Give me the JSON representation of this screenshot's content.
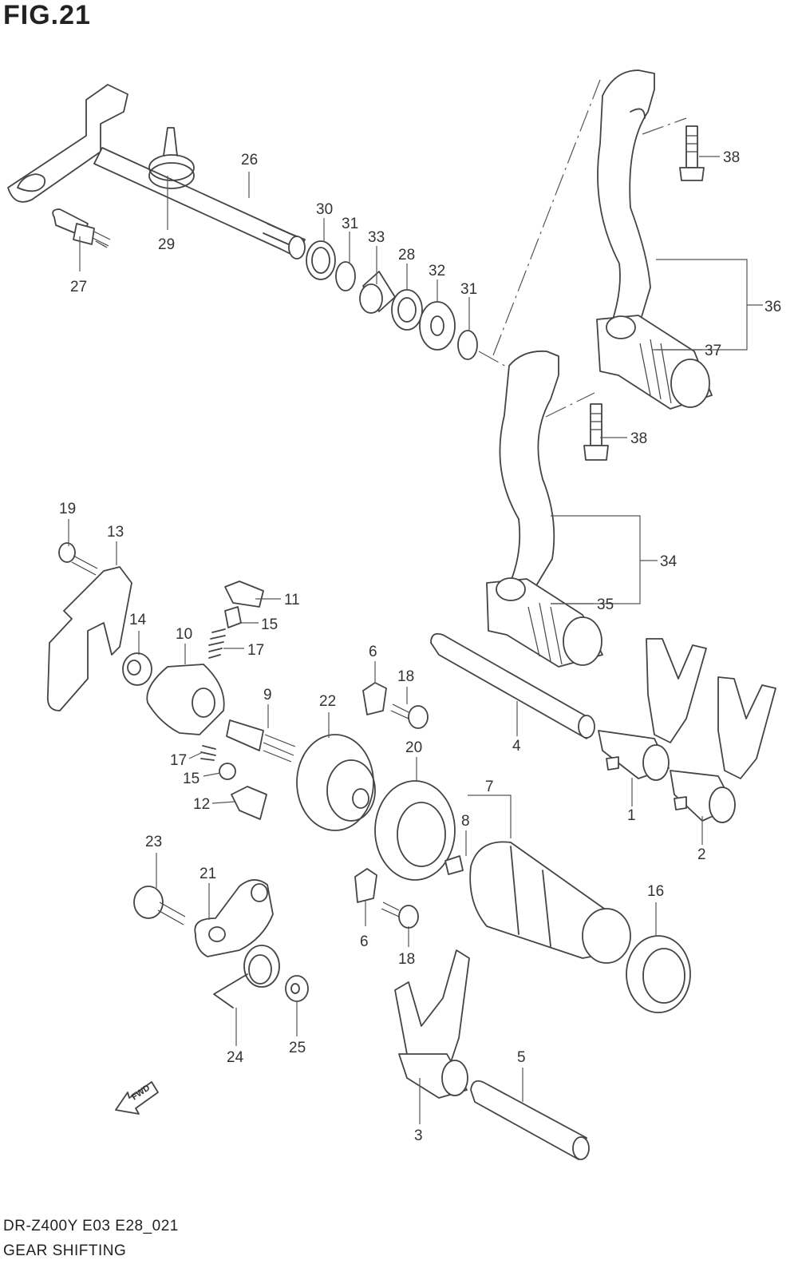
{
  "figure": {
    "title": "FIG.21",
    "model_code": "DR-Z400Y E03 E28_021",
    "section_name": "GEAR SHIFTING"
  },
  "fwd_marker": "FWD",
  "callouts": {
    "c1": "1",
    "c2": "2",
    "c3": "3",
    "c4": "4",
    "c5": "5",
    "c6a": "6",
    "c6b": "6",
    "c7": "7",
    "c8": "8",
    "c9": "9",
    "c10": "10",
    "c11": "11",
    "c12": "12",
    "c13": "13",
    "c14": "14",
    "c15a": "15",
    "c15b": "15",
    "c16": "16",
    "c17a": "17",
    "c17b": "17",
    "c18a": "18",
    "c18b": "18",
    "c19": "19",
    "c20": "20",
    "c21": "21",
    "c22": "22",
    "c23": "23",
    "c24": "24",
    "c25": "25",
    "c26": "26",
    "c27": "27",
    "c28": "28",
    "c29": "29",
    "c30": "30",
    "c31a": "31",
    "c31b": "31",
    "c32": "32",
    "c33": "33",
    "c34": "34",
    "c35": "35",
    "c36": "36",
    "c37": "37",
    "c38a": "38",
    "c38b": "38"
  }
}
